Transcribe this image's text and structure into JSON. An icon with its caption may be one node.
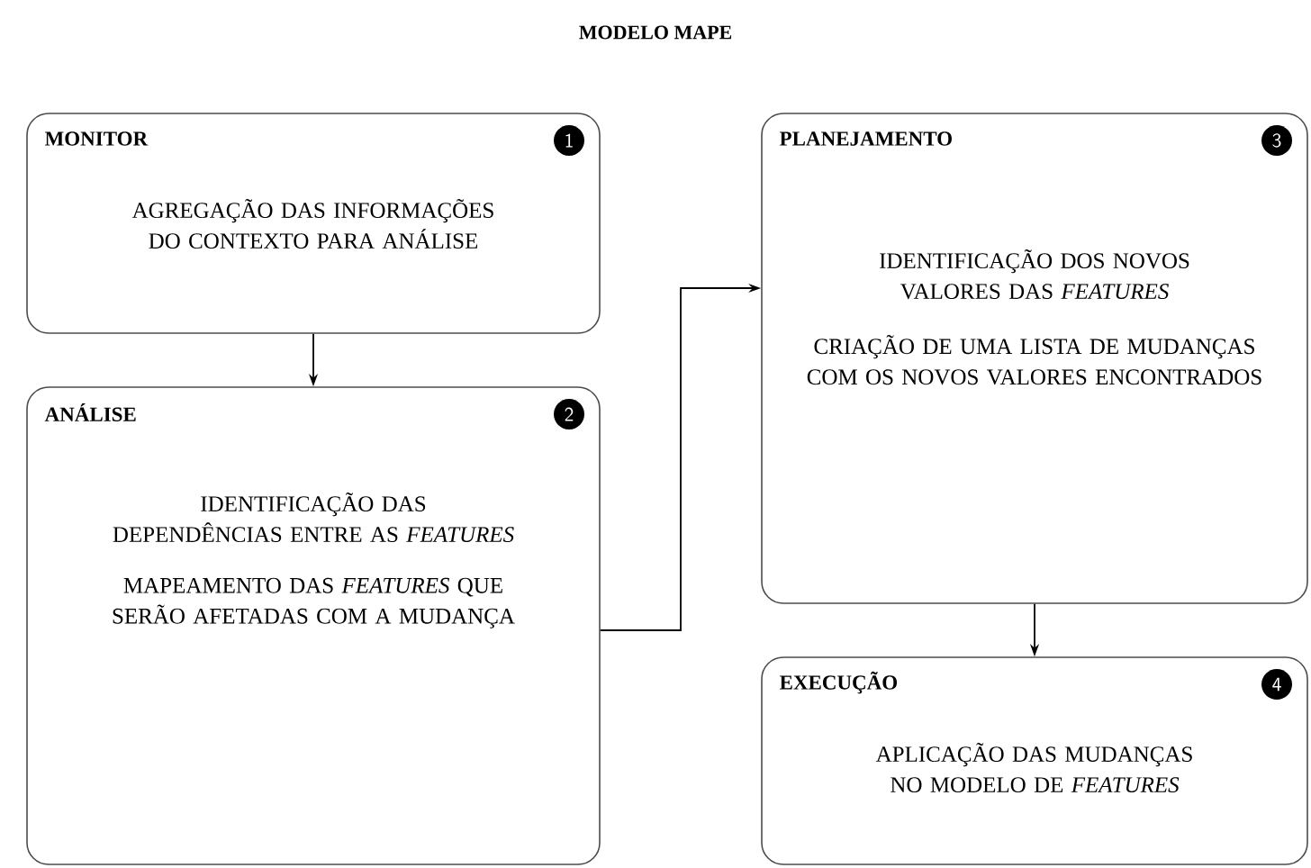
{
  "diagram": {
    "title": "MODELO MAPE",
    "nodes": [
      {
        "text": [
          "MONITOR",
          "1",
          "AGREGAÇÃO DAS INFORMAÇÕES DO CONTEXTO PARA ANÁLISE"
        ]
      },
      {
        "text": [
          "ANÁLISE",
          "2",
          "IDENTIFICAÇÃO DAS DEPENDÊNCIAS ENTRE AS *FEATURES*",
          "MAPEAMENTO DAS *FEATURES* QUE SERÃO AFETADAS COM A MUDANÇA"
        ]
      },
      {
        "text": [
          "PLANEJAMENTO",
          "3",
          "IDENTIFICAÇÃO DOS NOVOS VALORES DAS *FEATURES*",
          "CRIAÇÃO DE UMA LISTA DE MUDANÇAS COM OS NOVOS VALORES ENCONTRADOS"
        ]
      },
      {
        "text": [
          "EXECUÇÃO",
          "4",
          "APLICAÇÃO DAS MUDANÇAS NO MODELO DE *FEATURES*"
        ]
      }
    ],
    "edges": [
      {
        "from": 0,
        "to": 1,
        "arrow": "to"
      },
      {
        "from": 1,
        "to": 2,
        "arrow": "to"
      },
      {
        "from": 2,
        "to": 3,
        "arrow": "to"
      }
    ]
  }
}
